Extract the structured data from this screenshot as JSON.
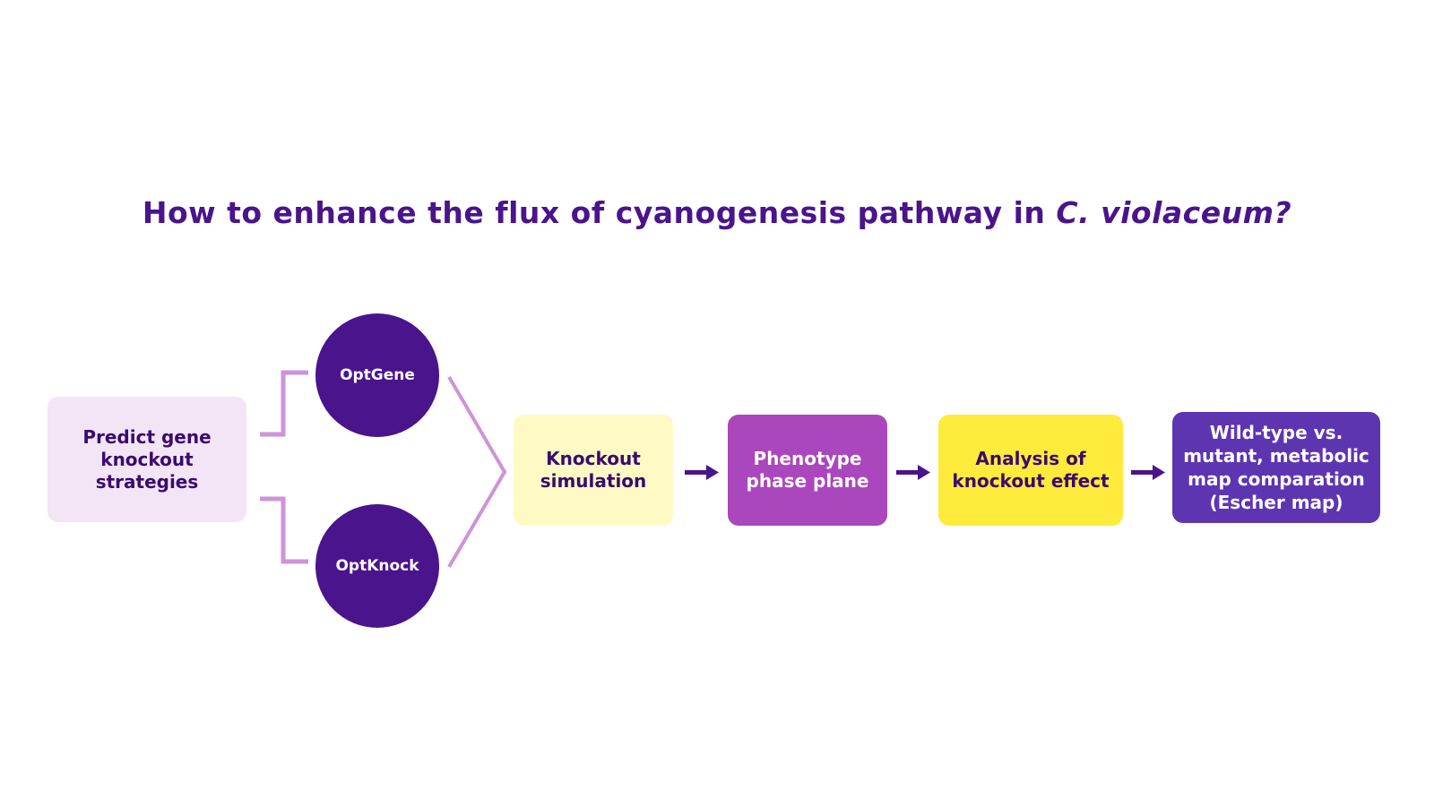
{
  "title": {
    "main": "How to enhance the flux of cyanogenesis pathway in ",
    "italic": "C. violaceum?"
  },
  "nodes": {
    "predict": "Predict gene\nknockout\nstrategies",
    "optgene": "OptGene",
    "optknock": "OptKnock",
    "knockout_simulation": "Knockout\nsimulation",
    "phenotype": "Phenotype\nphase plane",
    "analysis": "Analysis of\nknockout effect",
    "wildtype": "Wild-type vs.\nmutant, metabolic\nmap comparation\n(Escher map)"
  },
  "colors": {
    "title": "#4a148c",
    "predict_bg": "#f3e5f5",
    "circle_bg": "#4a148c",
    "knockout_sim_bg": "#fff9c4",
    "phenotype_bg": "#ab47bc",
    "analysis_bg": "#ffeb3b",
    "wildtype_bg": "#5e35b1",
    "connector": "#ce93d8",
    "arrow": "#4a148c"
  }
}
